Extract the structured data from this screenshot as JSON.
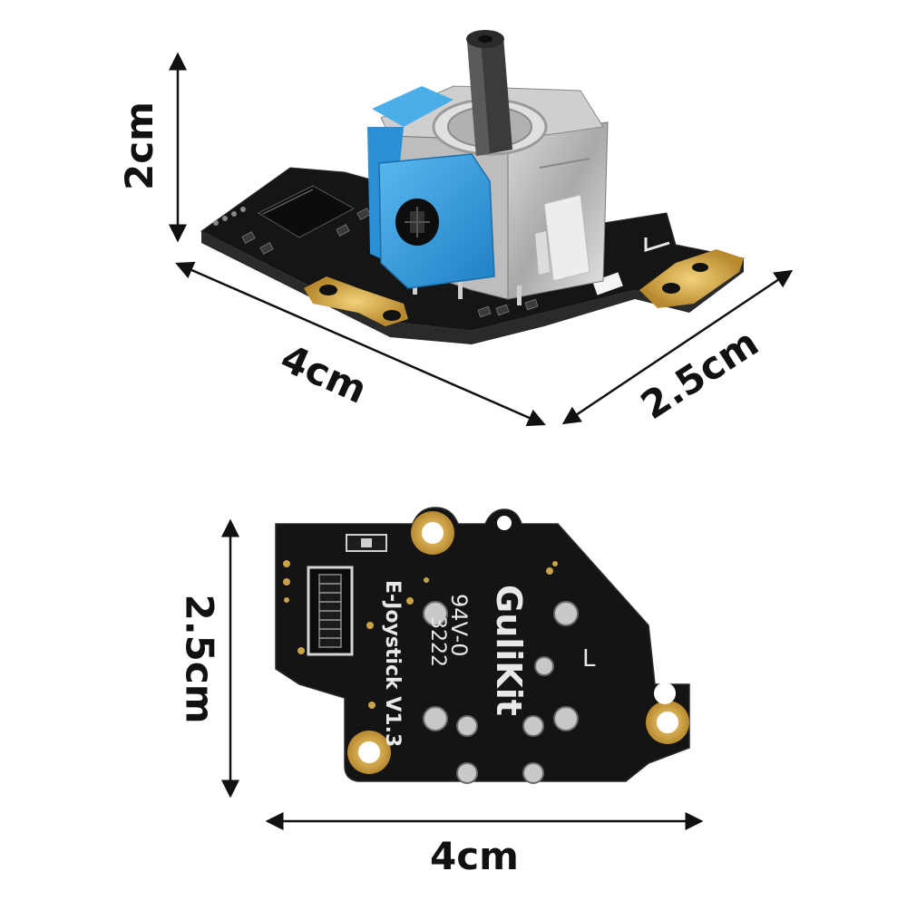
{
  "dimensions": {
    "top_height": "2cm",
    "top_width": "4cm",
    "top_depth": "2.5cm",
    "bottom_height": "2.5cm",
    "bottom_width": "4cm"
  },
  "board_text": {
    "brand": "GuliKit",
    "model": "E-Joystick V1.3",
    "rating": "94V-0",
    "code": "3222",
    "side": "L"
  },
  "colors": {
    "pcb": "#141414",
    "gold": "#c9a24a",
    "cap_blue": "#2f9be0"
  }
}
